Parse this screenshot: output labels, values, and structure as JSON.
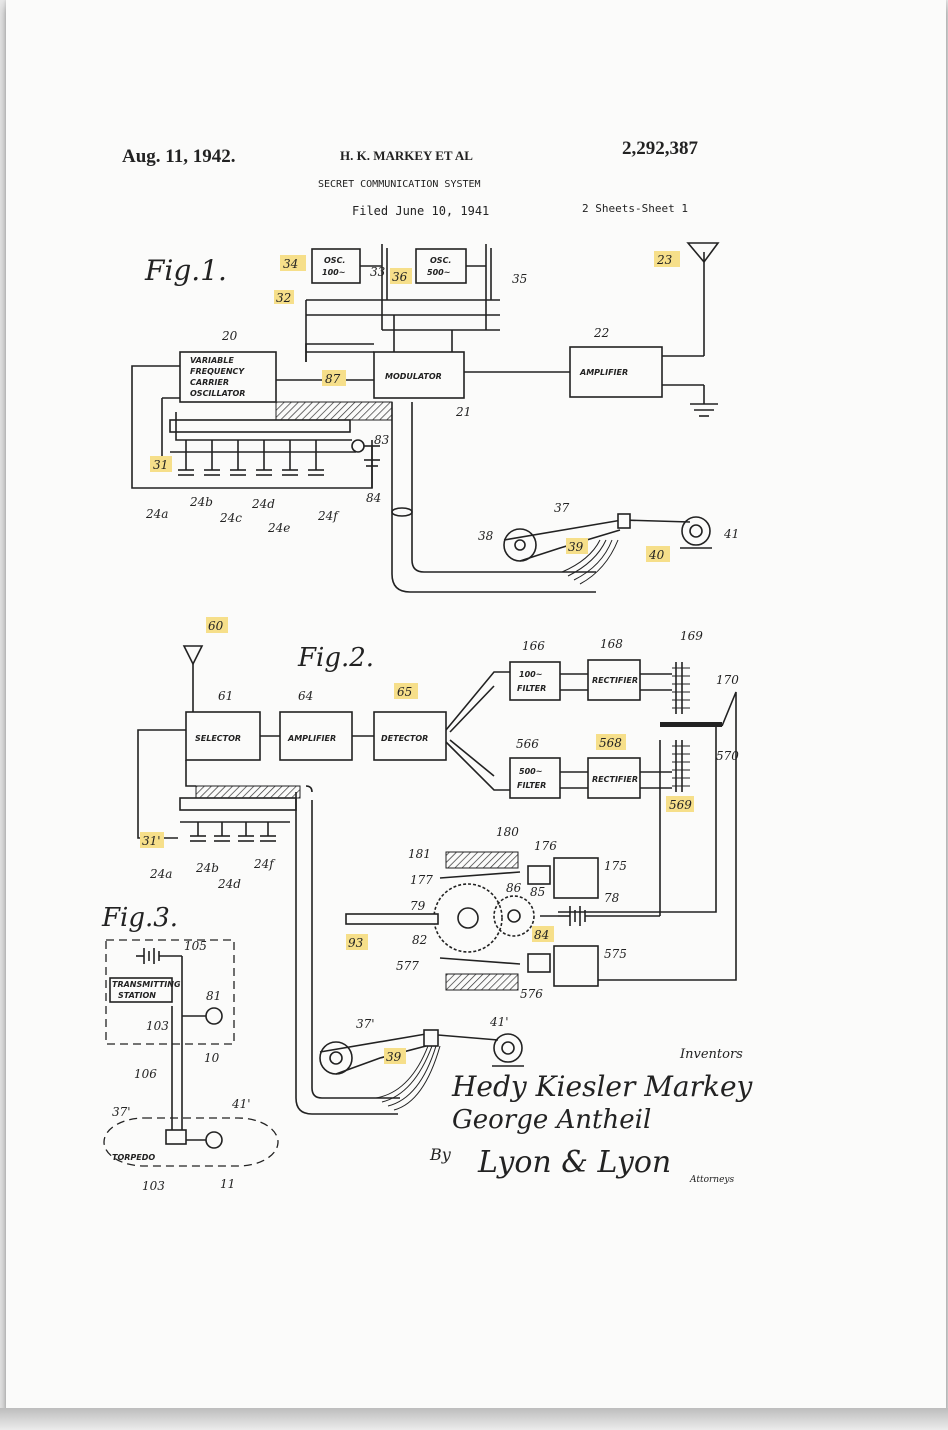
{
  "header": {
    "date": "Aug. 11, 1942.",
    "inventors": "H. K. MARKEY ET AL",
    "patent_no": "2,292,387",
    "title": "SECRET COMMUNICATION SYSTEM",
    "filed": "Filed June 10, 1941",
    "sheets": "2 Sheets-Sheet 1"
  },
  "figures": {
    "fig1": "Fig.1.",
    "fig2": "Fig.2.",
    "fig3": "Fig.3."
  },
  "boxes": {
    "osc100": [
      "OSC.",
      "100~"
    ],
    "osc500": [
      "OSC.",
      "500~"
    ],
    "vfo": [
      "VARIABLE",
      "FREQUENCY",
      "CARRIER",
      "OSCILLATOR"
    ],
    "modulator": "MODULATOR",
    "amplifier1": "AMPLIFIER",
    "selector": "SELECTOR",
    "amplifier2": "AMPLIFIER",
    "detector": "DETECTOR",
    "filter100": [
      "100~",
      "FILTER"
    ],
    "filter500": [
      "500~",
      "FILTER"
    ],
    "rectifier1": "RECTIFIER",
    "rectifier2": "RECTIFIER",
    "station": [
      "TRANSMITTING",
      "STATION"
    ],
    "torpedo": "TORPEDO"
  },
  "refs": {
    "r34": "34",
    "r36": "36",
    "r33": "33",
    "r35": "35",
    "r23": "23",
    "r32": "32",
    "r20": "20",
    "r22": "22",
    "r21": "21",
    "r87": "87",
    "r31": "31",
    "r83": "83",
    "r84": "84",
    "r24a": "24a",
    "r24b": "24b",
    "r24c": "24c",
    "r24d": "24d",
    "r24e": "24e",
    "r24f": "24f",
    "r37": "37",
    "r38": "38",
    "r39": "39",
    "r40": "40",
    "r41": "41",
    "r60": "60",
    "r61": "61",
    "r64": "64",
    "r65": "65",
    "r166": "166",
    "r168": "168",
    "r169": "169",
    "r170": "170",
    "r566": "566",
    "r568": "568",
    "r569": "569",
    "r570": "570",
    "r31p": "31'",
    "r24ap": "24a",
    "r24bp": "24b",
    "r24dp": "24d",
    "r24fp": "24f",
    "r180": "180",
    "r181": "181",
    "r177": "177",
    "r176": "176",
    "r175": "175",
    "r79": "79",
    "r78": "78",
    "r86": "86",
    "r85": "85",
    "r82": "82",
    "r93": "93",
    "r84b": "84",
    "r576": "576",
    "r577": "577",
    "r575": "575",
    "r37p": "37'",
    "r39p": "39",
    "r41p": "41'",
    "r105": "105",
    "r81": "81",
    "r103": "103",
    "r10": "10",
    "r106": "106",
    "r37pp": "37'",
    "r41pp": "41'",
    "r11": "11",
    "r103b": "103"
  },
  "signature": {
    "caption": "Inventors",
    "name1": "Hedy Kiesler Markey",
    "name2": "George Antheil",
    "by": "By",
    "attorney": "Lyon & Lyon",
    "attorney_caption": "Attorneys"
  }
}
